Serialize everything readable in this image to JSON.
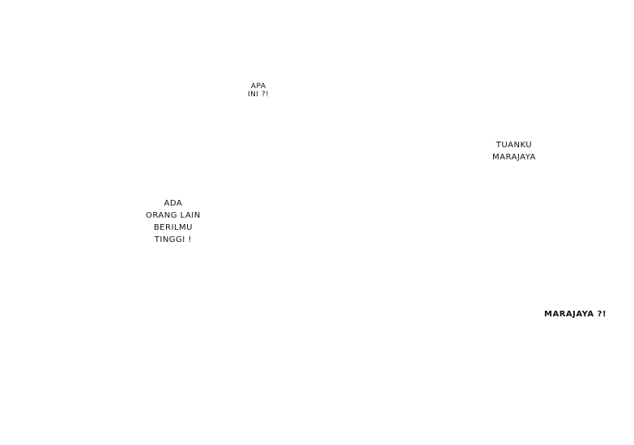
{
  "bubbles": [
    {
      "lines": [
        "APA",
        "INI ?!"
      ]
    },
    {
      "lines": [
        "ADA",
        "ORANG LAIN",
        "BERILMU",
        "TINGGI !"
      ]
    },
    {
      "lines": [
        "TUANKU",
        "MARAJAYA"
      ]
    },
    {
      "lines": [
        "MARAJAYA ?!"
      ]
    }
  ]
}
